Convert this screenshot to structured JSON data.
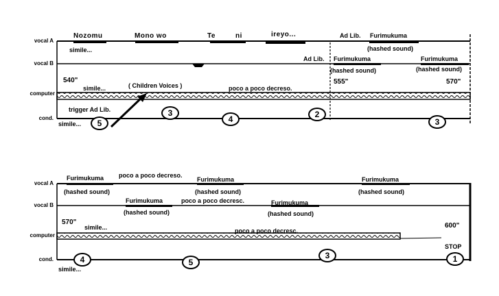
{
  "staff_labels": {
    "vocal_a": "vocal A",
    "vocal_b": "vocal B",
    "computer": "computer",
    "cond": "cond."
  },
  "system1": {
    "lyrics": [
      "Nozomu",
      "Mono wo",
      "Te",
      "ni",
      "ireyo..."
    ],
    "va_adlib": "Ad Lib.",
    "va_furi": "Furimukuma",
    "va_hashed": "(hashed sound)",
    "va_simile": "simile...",
    "vb_adlib": "Ad Lib.",
    "vb_furi1": "Furimukuma",
    "vb_hashed1": "(hashed sound)",
    "vb_furi2": "Furimukuma",
    "vb_hashed2": "(hashed sound)",
    "time1": "540\"",
    "comp_simile": "simile...",
    "children": "( Children Voices )",
    "poco": "poco a poco decreso.",
    "time2": "555\"",
    "time3": "570\"",
    "trigger": "trigger Ad Lib.",
    "cond_simile": "simile...",
    "cues": [
      "5",
      "3",
      "4",
      "2",
      "3"
    ]
  },
  "system2": {
    "va_furi1": "Furimukuma",
    "va_hashed1": "(hashed sound)",
    "va_poco": "poco a poco decreso.",
    "va_furi2": "Furimukuma",
    "va_hashed2": "(hashed sound)",
    "va_furi3": "Furimukuma",
    "va_hashed3": "(hashed sound)",
    "vb_furi1": "Furimukuma",
    "vb_hashed1": "(hashed sound)",
    "vb_poco": "poco a poco decresc.",
    "vb_furi2": "Furimukuma",
    "vb_hashed2": "(hashed sound)",
    "time1": "570\"",
    "comp_simile": "simile...",
    "comp_poco": "poco a poco decresc.",
    "time2": "600\"",
    "stop": "STOP",
    "cond_simile": "simile...",
    "cues": [
      "4",
      "5",
      "3",
      "1"
    ]
  }
}
